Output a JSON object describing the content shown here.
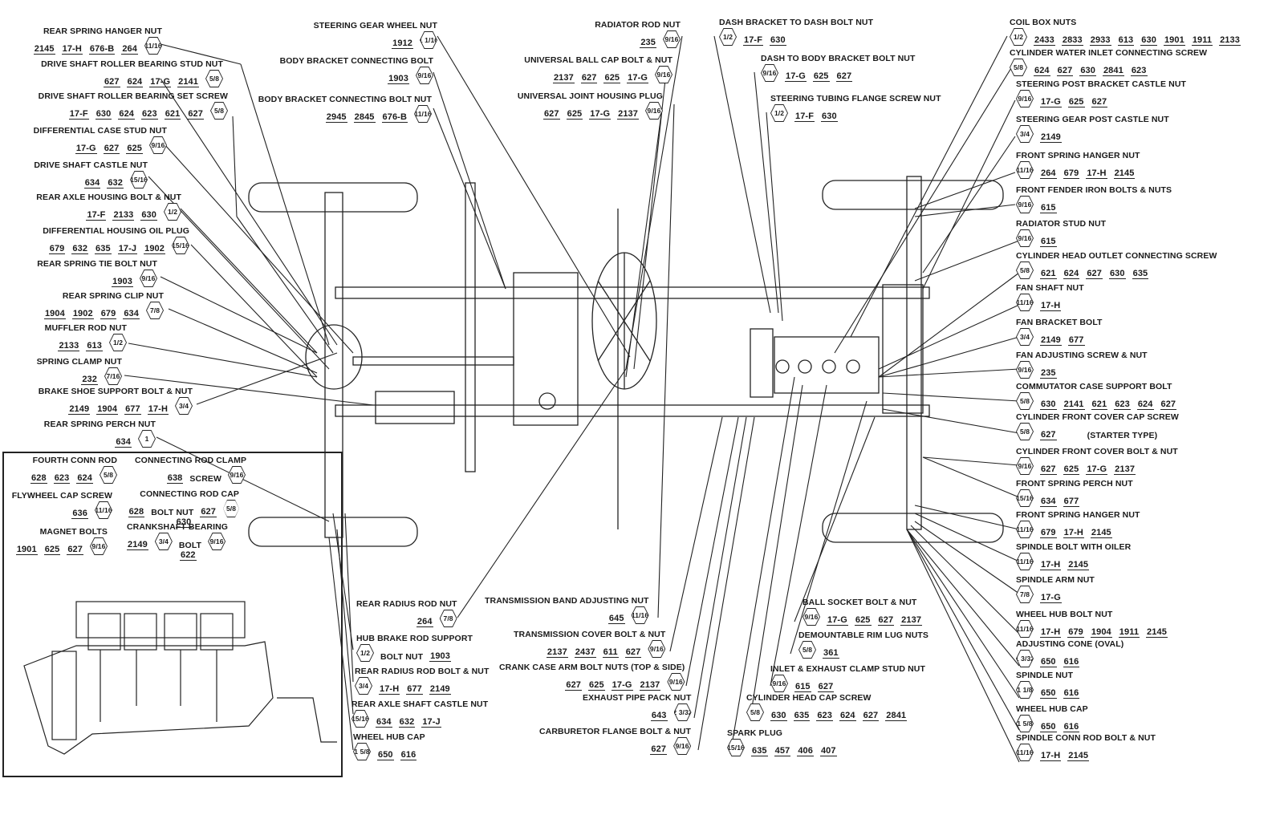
{
  "title": "Ford Model T chassis — nut, bolt and wrench size reference chart",
  "left_labels": [
    {
      "name": "REAR SPRING HANGER NUT",
      "tools": [
        "2145",
        "17-H",
        "676-B",
        "264"
      ],
      "size": "11/16"
    },
    {
      "name": "DRIVE SHAFT ROLLER BEARING STUD NUT",
      "tools": [
        "627",
        "624",
        "17-G",
        "2141"
      ],
      "size": "5/8"
    },
    {
      "name": "DRIVE SHAFT ROLLER BEARING SET SCREW",
      "tools": [
        "17-F",
        "630",
        "624",
        "623",
        "621",
        "627"
      ],
      "size": "5/8"
    },
    {
      "name": "DIFFERENTIAL CASE STUD NUT",
      "tools": [
        "17-G",
        "627",
        "625"
      ],
      "size": "9/16"
    },
    {
      "name": "DRIVE SHAFT CASTLE NUT",
      "tools": [
        "634",
        "632"
      ],
      "size": "15/16"
    },
    {
      "name": "REAR AXLE HOUSING BOLT & NUT",
      "tools": [
        "17-F",
        "2133",
        "630"
      ],
      "size": "1/2"
    },
    {
      "name": "DIFFERENTIAL HOUSING OIL PLUG",
      "tools": [
        "679",
        "632",
        "635",
        "17-J",
        "1902"
      ],
      "size": "15/16"
    },
    {
      "name": "REAR SPRING TIE BOLT NUT",
      "tools": [
        "1903"
      ],
      "size": "9/16"
    },
    {
      "name": "REAR SPRING CLIP NUT",
      "tools": [
        "1904",
        "1902",
        "679",
        "634"
      ],
      "size": "7/8"
    },
    {
      "name": "MUFFLER ROD NUT",
      "tools": [
        "2133",
        "613"
      ],
      "size": "1/2"
    },
    {
      "name": "SPRING CLAMP NUT",
      "tools": [
        "232"
      ],
      "size": "7/16"
    },
    {
      "name": "BRAKE SHOE SUPPORT BOLT & NUT",
      "tools": [
        "2149",
        "1904",
        "677",
        "17-H"
      ],
      "size": "3/4"
    },
    {
      "name": "REAR SPRING PERCH NUT",
      "tools": [
        "634"
      ],
      "size": "1"
    }
  ],
  "inset_labels": [
    {
      "name": "FOURTH CONN ROD",
      "tools": [
        "628",
        "623",
        "624"
      ],
      "size": "5/8"
    },
    {
      "name": "FLYWHEEL CAP SCREW",
      "tools": [
        "636"
      ],
      "size": "11/16"
    },
    {
      "name": "MAGNET BOLTS",
      "tools": [
        "1901",
        "625",
        "627"
      ],
      "size": "9/16"
    },
    {
      "name": "CONNECTING ROD CLAMP",
      "tools": [
        "638"
      ],
      "extra": "SCREW",
      "size": "9/16"
    },
    {
      "name": "CONNECTING ROD CAP",
      "tools": [
        "628",
        "630",
        "627"
      ],
      "extra": "BOLT NUT",
      "size": "5/8"
    },
    {
      "name": "CRANKSHAFT BEARING",
      "tools": [
        "2149"
      ],
      "size": "3/4",
      "extra": "BOLT",
      "tools2": [
        "622"
      ],
      "size2": "9/16"
    }
  ],
  "top_center_labels": [
    {
      "name": "STEERING GEAR WHEEL NUT",
      "tools": [
        "1912"
      ],
      "size": "1 1/16"
    },
    {
      "name": "BODY BRACKET CONNECTING BOLT",
      "tools": [
        "1903"
      ],
      "size": "9/16"
    },
    {
      "name": "BODY BRACKET CONNECTING BOLT NUT",
      "tools": [
        "2945",
        "2845",
        "676-B"
      ],
      "size": "11/16"
    },
    {
      "name": "RADIATOR ROD NUT",
      "tools": [
        "235"
      ],
      "size": "9/16"
    },
    {
      "name": "UNIVERSAL BALL CAP BOLT & NUT",
      "tools": [
        "2137",
        "627",
        "625",
        "17-G"
      ],
      "size": "9/16"
    },
    {
      "name": "UNIVERSAL JOINT HOUSING PLUG",
      "tools": [
        "627",
        "625",
        "17-G",
        "2137"
      ],
      "size": "9/16"
    },
    {
      "name": "DASH BRACKET TO DASH BOLT NUT",
      "tools": [
        "17-F",
        "630"
      ],
      "size": "1/2"
    },
    {
      "name": "DASH TO BODY BRACKET BOLT NUT",
      "tools": [
        "17-G",
        "625",
        "627"
      ],
      "size": "9/16"
    },
    {
      "name": "STEERING TUBING FLANGE SCREW NUT",
      "tools": [
        "17-F",
        "630"
      ],
      "size": "1/2"
    }
  ],
  "right_labels": [
    {
      "name": "COIL BOX NUTS",
      "tools": [
        "2433",
        "2833",
        "2933",
        "613",
        "630",
        "1901",
        "1911",
        "2133"
      ],
      "size": "1/2"
    },
    {
      "name": "CYLINDER WATER INLET CONNECTING SCREW",
      "tools": [
        "624",
        "627",
        "630",
        "2841",
        "623"
      ],
      "size": "5/8"
    },
    {
      "name": "STEERING POST BRACKET CASTLE NUT",
      "tools": [
        "17-G",
        "625",
        "627"
      ],
      "size": "9/16"
    },
    {
      "name": "STEERING GEAR POST CASTLE NUT",
      "tools": [
        "2149"
      ],
      "size": "3/4"
    },
    {
      "name": "FRONT SPRING HANGER NUT",
      "tools": [
        "264",
        "679",
        "17-H",
        "2145"
      ],
      "size": "11/16"
    },
    {
      "name": "FRONT FENDER IRON BOLTS & NUTS",
      "tools": [
        "615"
      ],
      "size": "9/16"
    },
    {
      "name": "RADIATOR STUD NUT",
      "tools": [
        "615"
      ],
      "size": "9/16"
    },
    {
      "name": "CYLINDER HEAD OUTLET CONNECTING SCREW",
      "tools": [
        "621",
        "624",
        "627",
        "630",
        "635"
      ],
      "size": "5/8"
    },
    {
      "name": "FAN SHAFT NUT",
      "tools": [
        "17-H"
      ],
      "size": "11/16"
    },
    {
      "name": "FAN BRACKET BOLT",
      "tools": [
        "2149",
        "677"
      ],
      "size": "3/4"
    },
    {
      "name": "FAN ADJUSTING SCREW & NUT",
      "tools": [
        "235"
      ],
      "size": "9/16"
    },
    {
      "name": "COMMUTATOR CASE SUPPORT BOLT",
      "tools": [
        "630",
        "2141",
        "621",
        "623",
        "624",
        "627"
      ],
      "size": "5/8"
    },
    {
      "name": "CYLINDER FRONT COVER CAP SCREW",
      "tools": [
        "627"
      ],
      "extra": "(STARTER TYPE)",
      "size": "5/8"
    },
    {
      "name": "CYLINDER FRONT COVER BOLT & NUT",
      "tools": [
        "627",
        "625",
        "17-G",
        "2137"
      ],
      "size": "9/16"
    },
    {
      "name": "FRONT SPRING PERCH NUT",
      "tools": [
        "634",
        "677"
      ],
      "size": "15/16"
    },
    {
      "name": "FRONT SPRING HANGER NUT",
      "tools": [
        "679",
        "17-H",
        "2145"
      ],
      "size": "11/16"
    },
    {
      "name": "SPINDLE BOLT WITH OILER",
      "tools": [
        "17-H",
        "2145"
      ],
      "size": "11/16"
    },
    {
      "name": "SPINDLE ARM NUT",
      "tools": [
        "17-G"
      ],
      "size": "7/8"
    },
    {
      "name": "WHEEL HUB BOLT NUT",
      "tools": [
        "17-H",
        "679",
        "1904",
        "1911",
        "2145"
      ],
      "size": "11/16"
    },
    {
      "name": "ADJUSTING CONE (OVAL)",
      "tools": [
        "650",
        "616"
      ],
      "size": "1 3/32"
    },
    {
      "name": "SPINDLE NUT",
      "tools": [
        "650",
        "616"
      ],
      "size": "1 1/8"
    },
    {
      "name": "WHEEL HUB CAP",
      "tools": [
        "650",
        "616"
      ],
      "size": "1 5/8"
    },
    {
      "name": "SPINDLE CONN ROD BOLT & NUT",
      "tools": [
        "17-H",
        "2145"
      ],
      "size": "11/16"
    }
  ],
  "bottom_labels": [
    {
      "name": "REAR RADIUS ROD NUT",
      "tools": [
        "264"
      ],
      "size": "7/8"
    },
    {
      "name": "HUB BRAKE ROD SUPPORT",
      "extra": "BOLT NUT",
      "tools": [
        "1903"
      ],
      "size": "1/2"
    },
    {
      "name": "REAR RADIUS ROD BOLT & NUT",
      "tools": [
        "17-H",
        "677",
        "2149"
      ],
      "size": "3/4"
    },
    {
      "name": "REAR AXLE SHAFT CASTLE NUT",
      "tools": [
        "634",
        "632",
        "17-J"
      ],
      "size": "15/16"
    },
    {
      "name": "WHEEL HUB CAP",
      "tools": [
        "650",
        "616"
      ],
      "size": "1 5/8"
    },
    {
      "name": "TRANSMISSION BAND ADJUSTING NUT",
      "tools": [
        "645"
      ],
      "size": "11/16"
    },
    {
      "name": "TRANSMISSION COVER BOLT & NUT",
      "tools": [
        "2137",
        "2437",
        "611",
        "627"
      ],
      "size": "9/16"
    },
    {
      "name": "CRANK CASE ARM BOLT NUTS (TOP & SIDE)",
      "tools": [
        "627",
        "625",
        "17-G",
        "2137"
      ],
      "size": "9/16"
    },
    {
      "name": "EXHAUST PIPE PACK NUT",
      "tools": [
        "643"
      ],
      "size": "2 3/32"
    },
    {
      "name": "CARBURETOR FLANGE BOLT & NUT",
      "tools": [
        "627"
      ],
      "size": "9/16"
    },
    {
      "name": "BALL SOCKET BOLT & NUT",
      "tools": [
        "17-G",
        "625",
        "627",
        "2137"
      ],
      "size": "9/16"
    },
    {
      "name": "DEMOUNTABLE RIM LUG NUTS",
      "tools": [
        "361"
      ],
      "size": "5/8"
    },
    {
      "name": "INLET & EXHAUST CLAMP STUD NUT",
      "tools": [
        "615",
        "627"
      ],
      "size": "9/16"
    },
    {
      "name": "CYLINDER HEAD CAP SCREW",
      "tools": [
        "630",
        "635",
        "623",
        "624",
        "627",
        "2841"
      ],
      "size": "5/8"
    },
    {
      "name": "SPARK PLUG",
      "tools": [
        "635",
        "457",
        "406",
        "407"
      ],
      "size": "15/16"
    }
  ]
}
